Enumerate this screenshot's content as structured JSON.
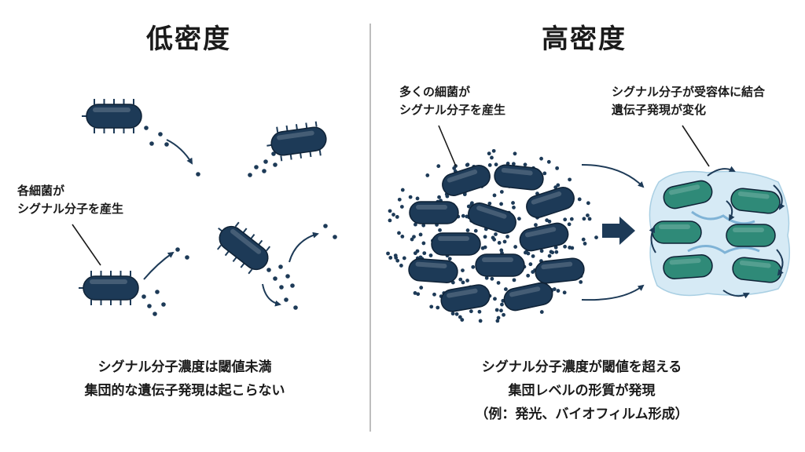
{
  "left": {
    "title": "低密度",
    "annotation": [
      "各細菌が",
      "シグナル分子を産生"
    ],
    "caption": [
      "シグナル分子濃度は閾値未満",
      "集団的な遺伝子発現は起こらない"
    ]
  },
  "right": {
    "title": "高密度",
    "annotation_left": [
      "多くの細菌が",
      "シグナル分子を産生"
    ],
    "annotation_right": [
      "シグナル分子が受容体に結合",
      "遺伝子発現が変化"
    ],
    "caption": [
      "シグナル分子濃度が閾値を超える",
      "集団レベルの形質が発現",
      "（例：発光、バイオフィルム形成）"
    ]
  },
  "colors": {
    "bacteria_dark": "#1d3a57",
    "bacteria_active": "#2f8a78",
    "biofilm": "#cfe6f3",
    "dots": "#1d3a57",
    "divider": "#bdbdbd"
  }
}
